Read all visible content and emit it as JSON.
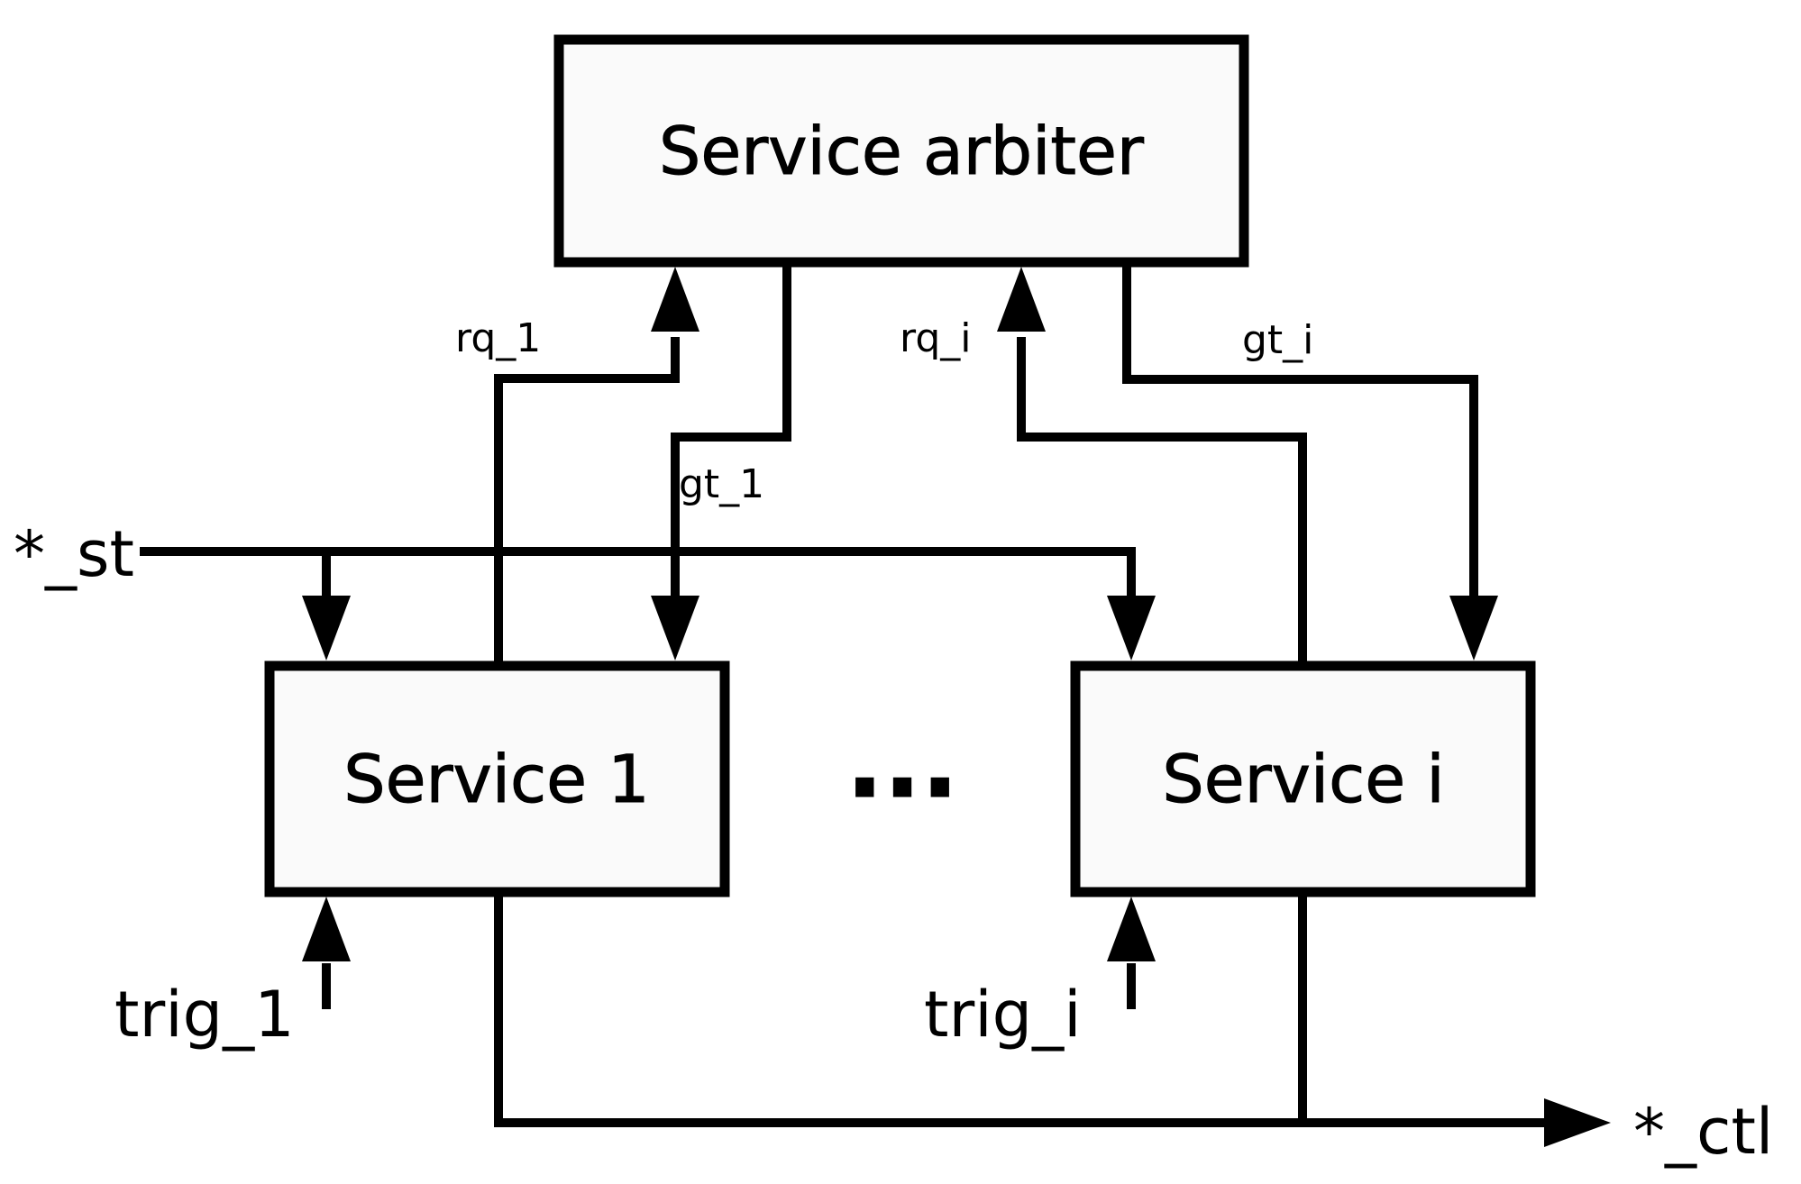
{
  "diagram": {
    "arbiter": {
      "label": "Service arbiter"
    },
    "service_1": {
      "label": "Service 1"
    },
    "service_i": {
      "label": "Service i"
    },
    "ellipsis": "...",
    "signals": {
      "rq_1": "rq_1",
      "gt_1": "gt_1",
      "rq_i": "rq_i",
      "gt_i": "gt_i",
      "st": "*_st",
      "trig_1": "trig_1",
      "trig_i": "trig_i",
      "ctl": "*_ctl"
    },
    "colors": {
      "line": "#000000",
      "box_fill": "#fafafa",
      "background": "#ffffff"
    }
  }
}
